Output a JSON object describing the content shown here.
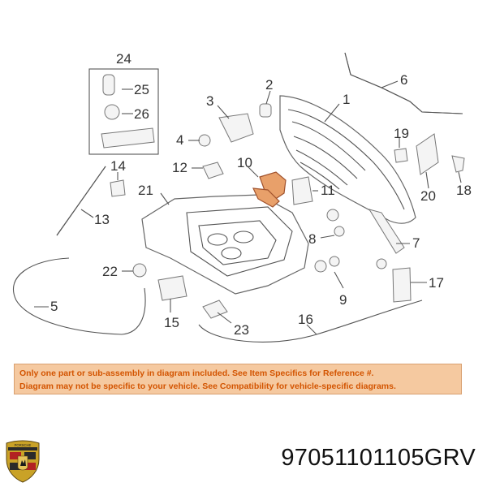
{
  "diagram": {
    "callouts": [
      "1",
      "2",
      "3",
      "4",
      "5",
      "6",
      "7",
      "8",
      "9",
      "10",
      "11",
      "12",
      "13",
      "14",
      "15",
      "16",
      "17",
      "18",
      "19",
      "20",
      "21",
      "22",
      "23",
      "24",
      "25",
      "26"
    ],
    "highlight_color": "#e8a06a"
  },
  "notice": {
    "line1": "Only one part or sub-assembly in diagram included. See Item Specifics for Reference #.",
    "line2": "Diagram may not be specific to your vehicle. See Compatibility for vehicle-specific diagrams.",
    "background": "#f5c9a0",
    "text_color": "#d35400"
  },
  "part_number": "97051101105GRV",
  "logo": {
    "icon": "porsche-crest-icon",
    "text": "PORSCHE"
  }
}
